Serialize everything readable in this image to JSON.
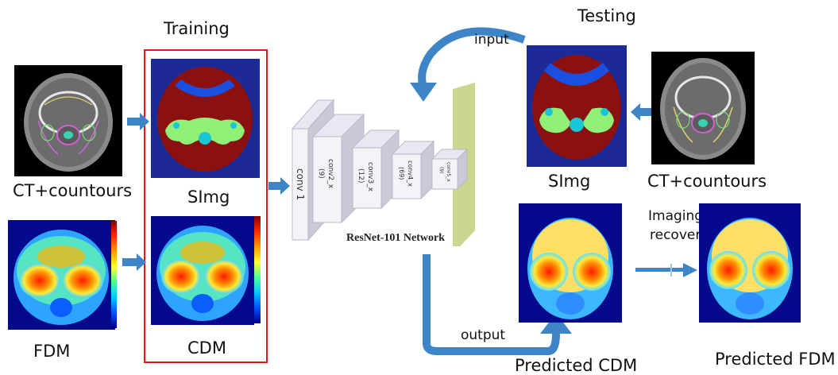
{
  "labels": {
    "training": "Training",
    "testing": "Testing",
    "ct_left": "CT+countours",
    "ct_right": "CT+countours",
    "simg_train": "SImg",
    "simg_test": "SImg",
    "fdm": "FDM",
    "cdm": "CDM",
    "input": "input",
    "output": "output",
    "imaging_recovery_1": "Imaging",
    "imaging_recovery_2": "recovery",
    "predicted_cdm": "Predicted CDM",
    "predicted_fdm": "Predicted FDM"
  },
  "network": {
    "name": "ResNet-101 Network",
    "blocks": [
      {
        "name": "conv 1",
        "sub": ""
      },
      {
        "name": "conv2_x",
        "sub": "(9)"
      },
      {
        "name": "conv3_x",
        "sub": "(12)"
      },
      {
        "name": "conv4_x",
        "sub": "(69)"
      },
      {
        "name": "conv5_x",
        "sub": "(9)"
      }
    ]
  },
  "colors": {
    "arrow": "#3d85c6",
    "training_box": "#e01818",
    "fc_layer": "#c9d88e",
    "simg_background": "#1d2a96",
    "dose_background": "#050a8c"
  },
  "icons": [
    "right-arrow-icon",
    "curved-arrow-icon",
    "colorbar-icon"
  ]
}
